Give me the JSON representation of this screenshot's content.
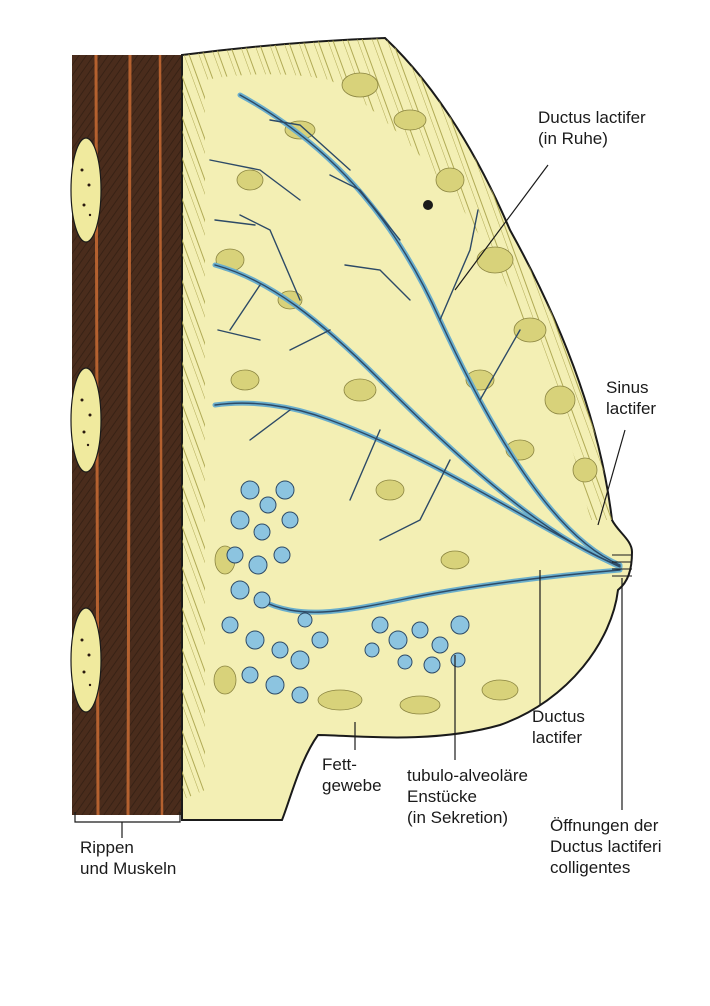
{
  "colors": {
    "background": "#ffffff",
    "tissue": "#f3efb4",
    "fat": "#d8d27a",
    "muscle": "#4a2c1c",
    "rib": "#f0ea9e",
    "duct": "#8cc4e0",
    "outline": "#1a1a1a"
  },
  "labels": {
    "ductus_lactifer_ruhe": [
      "Ductus lactifer",
      "(in Ruhe)"
    ],
    "sinus_lactifer": [
      "Sinus",
      "lactifer"
    ],
    "ductus_lactifer": [
      "Ductus",
      "lactifer"
    ],
    "fettgewebe": [
      "Fett-",
      "gewebe"
    ],
    "tubulo": [
      "tubulo-alveoläre",
      "Enstücke",
      "(in Sekretion)"
    ],
    "oeffnungen": [
      "Öffnungen der",
      "Ductus lactiferi",
      "colligentes"
    ],
    "rippen": [
      "Rippen",
      "und Muskeln"
    ]
  }
}
